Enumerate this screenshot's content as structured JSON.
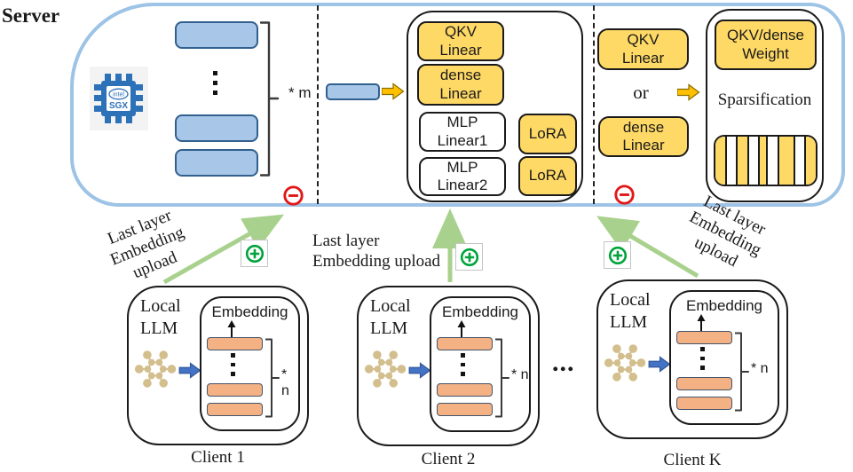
{
  "server": {
    "label": "Server",
    "sgx": {
      "brand": "intel",
      "product": "SGX"
    },
    "stack_multiplier": "* m",
    "transformer_block": {
      "qkv_linear": "QKV\nLinear",
      "dense_linear": "dense\nLinear",
      "mlp_linear1": "MLP\nLinear1",
      "mlp_linear2": "MLP\nLinear2",
      "lora_top": "LoRA",
      "lora_bottom": "LoRA"
    },
    "weight_branch": {
      "qkv_linear": "QKV\nLinear",
      "or_label": "or",
      "dense_linear": "dense\nLinear"
    },
    "sparsification_block": {
      "weight_label": "QKV/dense\nWeight",
      "title": "Sparsification"
    }
  },
  "upload_labels": {
    "client1": "Last layer\nEmbedding\nupload",
    "client2": "Last layer\nEmbedding upload",
    "clientK": "Last layer\nEmbedding\nupload"
  },
  "clients": [
    {
      "name": "Client 1",
      "llm_label": "Local\nLLM",
      "embedding_label": "Embedding",
      "stack_multiplier": "* n"
    },
    {
      "name": "Client 2",
      "llm_label": "Local\nLLM",
      "embedding_label": "Embedding",
      "stack_multiplier": "* n"
    },
    {
      "name": "Client K",
      "llm_label": "Local\nLLM",
      "embedding_label": "Embedding",
      "stack_multiplier": "* n"
    }
  ],
  "ellipsis": "...",
  "colors": {
    "server_border": "#9DC3E6",
    "layer_fill": "#A8C6E8",
    "layer_border": "#31608F",
    "yellow_fill": "#FFD966",
    "yellow_arrow": "#FFC000",
    "orange_fill": "#F4B183",
    "orange_border": "#44546A",
    "green_arrow": "#A9D18E",
    "plus_green": "#00A33C",
    "minus_red": "#E21818",
    "blue_arrow": "#4472C4",
    "molecule_tan": "#D3BE8D",
    "sgx_blue": "#2D72B9"
  }
}
